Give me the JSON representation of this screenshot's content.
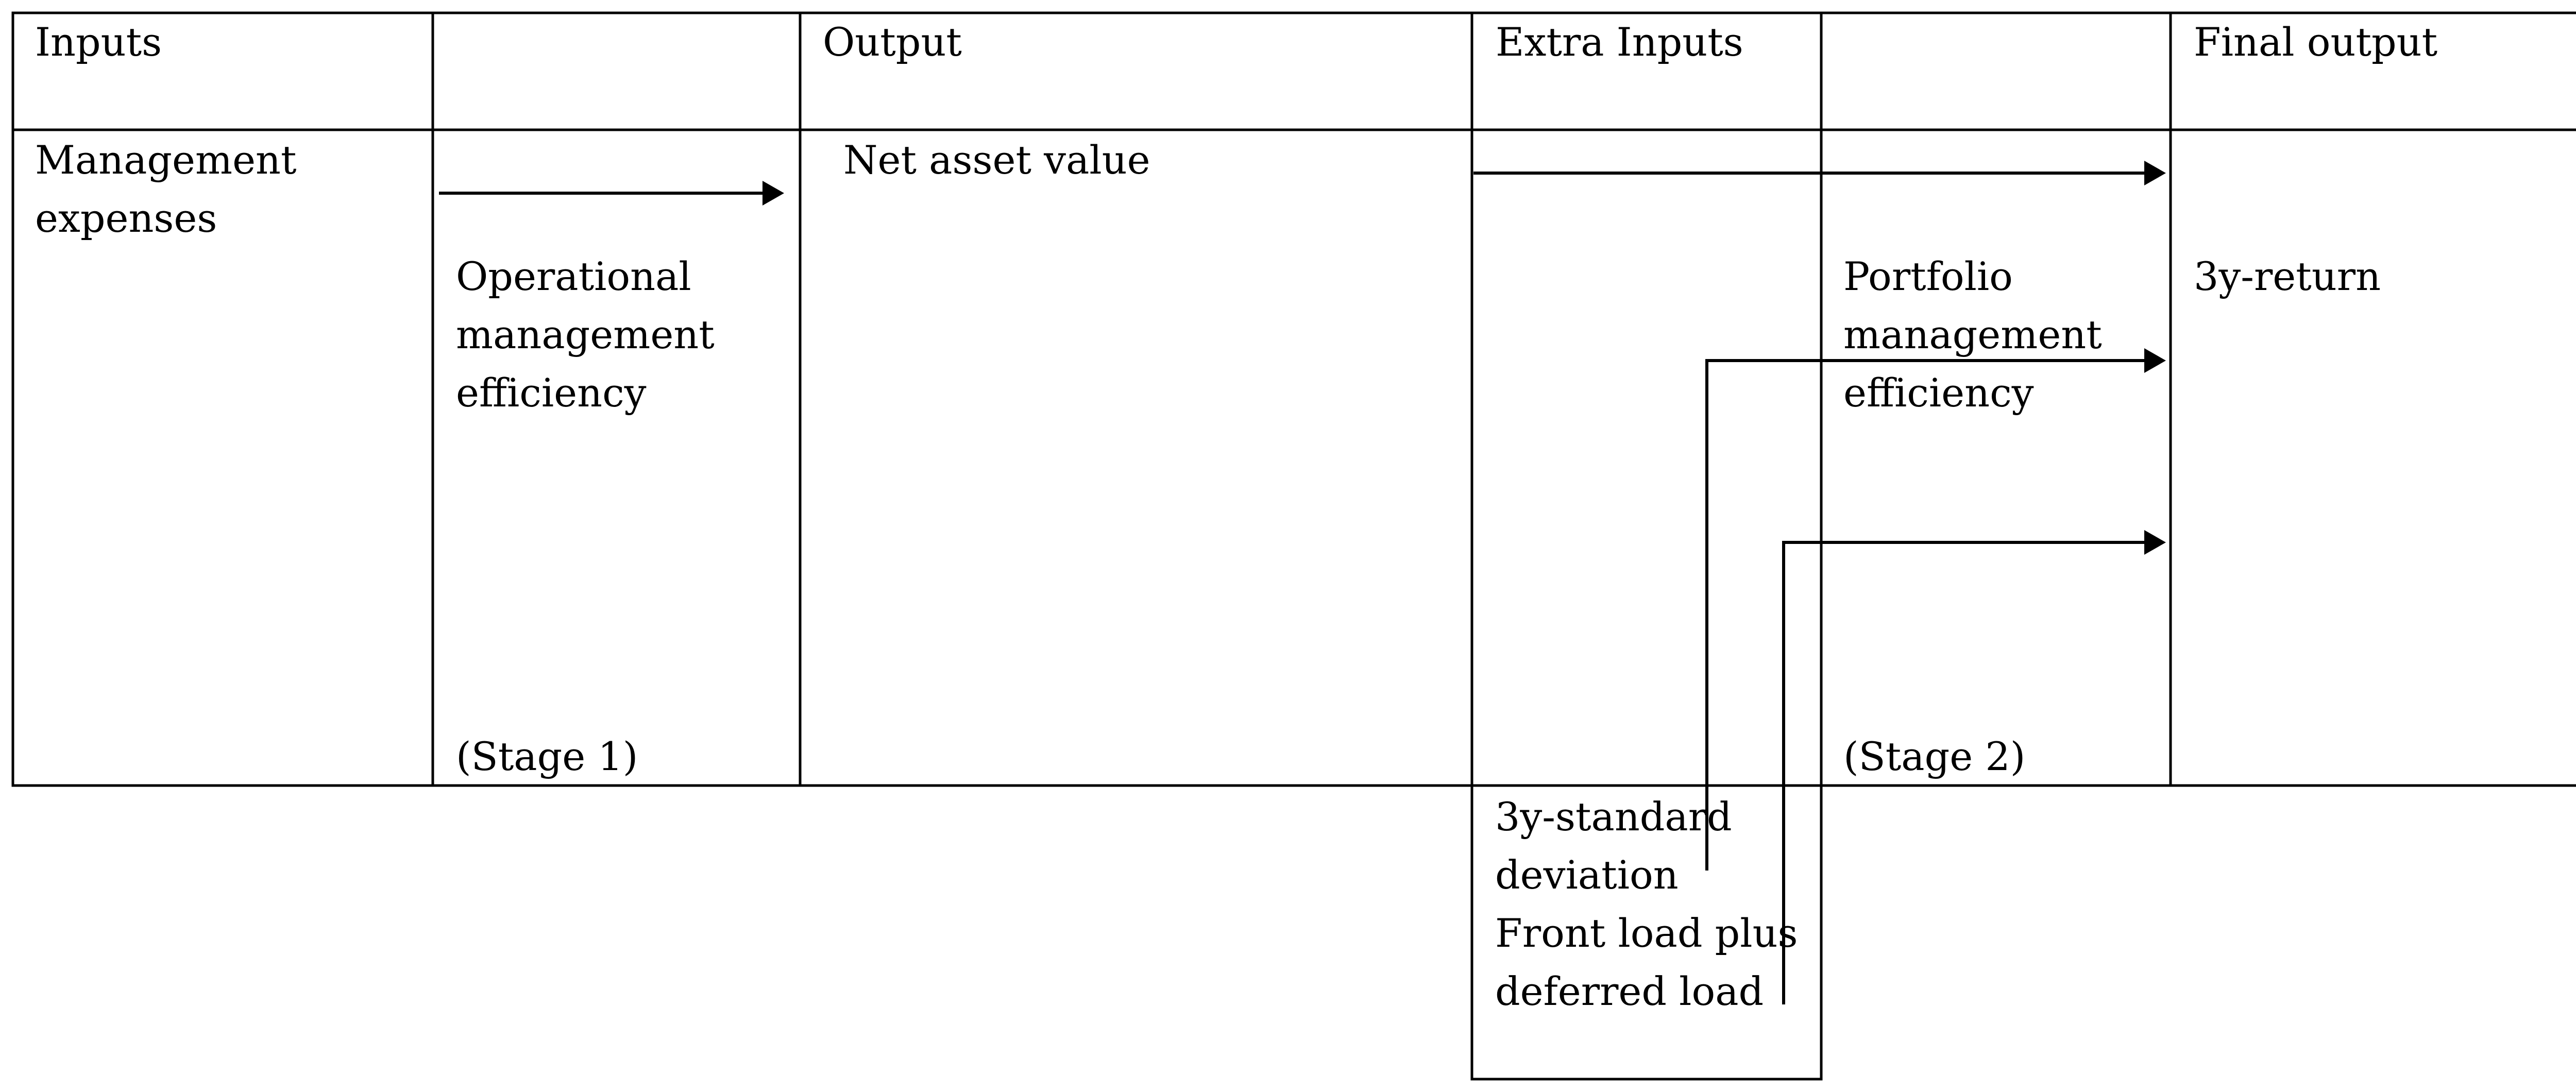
{
  "table": {
    "headers": {
      "inputs": "Inputs",
      "stage1_blank": "",
      "output": "Output",
      "extra_inputs": "Extra Inputs",
      "stage2_blank": "",
      "final_output": "Final output"
    },
    "management_expenses": [
      "Management",
      "expenses"
    ],
    "operational_efficiency": [
      "Operational",
      "management",
      "efficiency"
    ],
    "stage1": "(Stage 1)",
    "net_asset_value": "Net asset value",
    "portfolio_efficiency": [
      "Portfolio",
      "management",
      "efficiency"
    ],
    "stage2": "(Stage 2)",
    "three_year_return": "3y-return"
  },
  "extra": {
    "std_dev": [
      "3y-standard",
      "deviation"
    ],
    "loads": [
      "Front load plus",
      "deferred load"
    ]
  }
}
